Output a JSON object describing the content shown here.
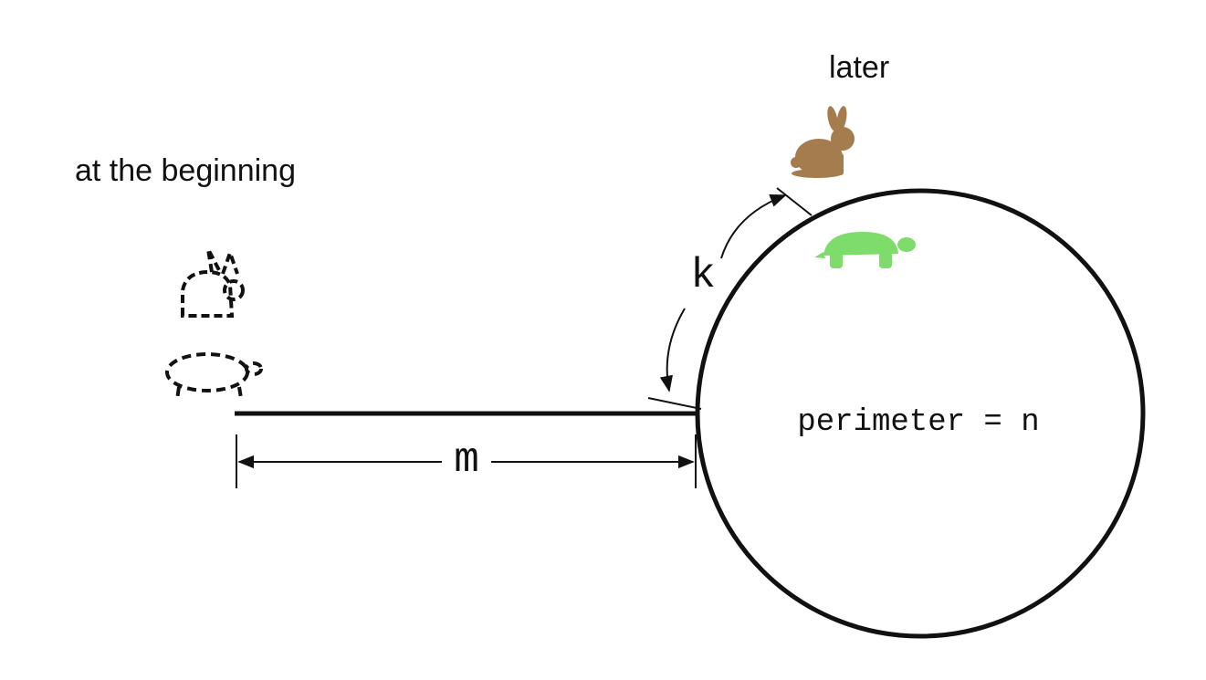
{
  "labels": {
    "beginning": "at the beginning",
    "later": "later",
    "tail_length": "m",
    "arc_length": "k",
    "perimeter": "perimeter = n"
  },
  "figures": {
    "rabbit_later": {
      "icon": "rabbit-icon",
      "color": "#a47c4e"
    },
    "turtle_later": {
      "icon": "turtle-icon",
      "color": "#7ddc6a"
    },
    "rabbit_start": {
      "icon": "rabbit-outline-icon",
      "style": "dashed"
    },
    "turtle_start": {
      "icon": "turtle-outline-icon",
      "style": "dashed"
    }
  },
  "colors": {
    "ink": "#111111",
    "background": "#ffffff",
    "rabbit": "#a47c4e",
    "turtle": "#7ddc6a"
  }
}
